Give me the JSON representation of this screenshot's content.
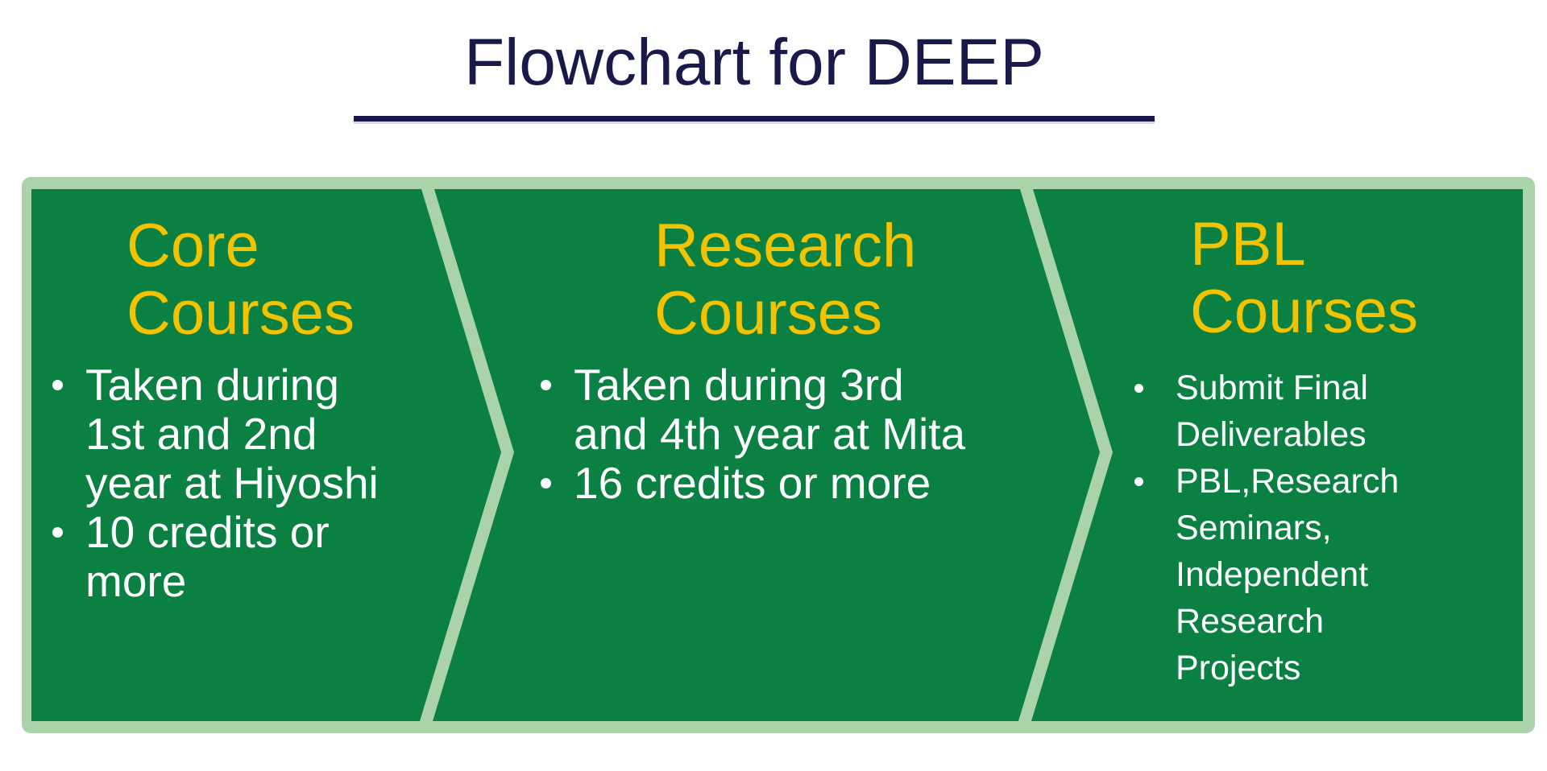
{
  "title": {
    "text": "Flowchart for DEEP"
  },
  "colors": {
    "panel_green": "#0A8143",
    "border_light_green": "#ABD3AA",
    "heading_yellow": "#F3C300",
    "title_navy": "#1A1A4A",
    "body_text": "#FFFFFF",
    "background": "#FFFFFF"
  },
  "panels": [
    {
      "id": "core-courses",
      "heading": "Core\nCourses",
      "bullets": [
        "Taken during\n1st and 2nd\nyear at Hiyoshi",
        "10 credits or\nmore"
      ]
    },
    {
      "id": "research-courses",
      "heading": "Research\nCourses",
      "bullets": [
        "Taken during 3rd\nand 4th year at Mita",
        "16 credits or more"
      ]
    },
    {
      "id": "pbl-courses",
      "heading": "PBL\nCourses",
      "bullets": [
        "Submit Final\nDeliverables",
        "PBL,Research\nSeminars,\nIndependent\nResearch\nProjects"
      ]
    }
  ]
}
